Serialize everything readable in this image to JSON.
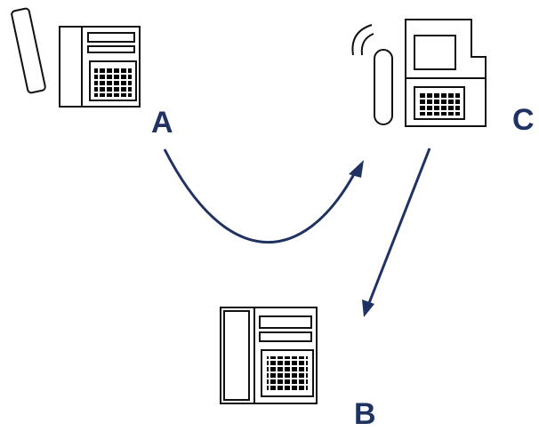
{
  "diagram": {
    "nodes": [
      {
        "id": "A",
        "label": "A",
        "device": "desk-phone-handset-lifted"
      },
      {
        "id": "B",
        "label": "B",
        "device": "desk-phone"
      },
      {
        "id": "C",
        "label": "C",
        "device": "display-phone-ringing"
      }
    ],
    "edges": [
      {
        "from": "A",
        "to": "C"
      },
      {
        "from": "C",
        "to": "B"
      }
    ],
    "colors": {
      "arrow": "#1f3262",
      "label": "#1f3262",
      "device_stroke": "#111111"
    }
  }
}
